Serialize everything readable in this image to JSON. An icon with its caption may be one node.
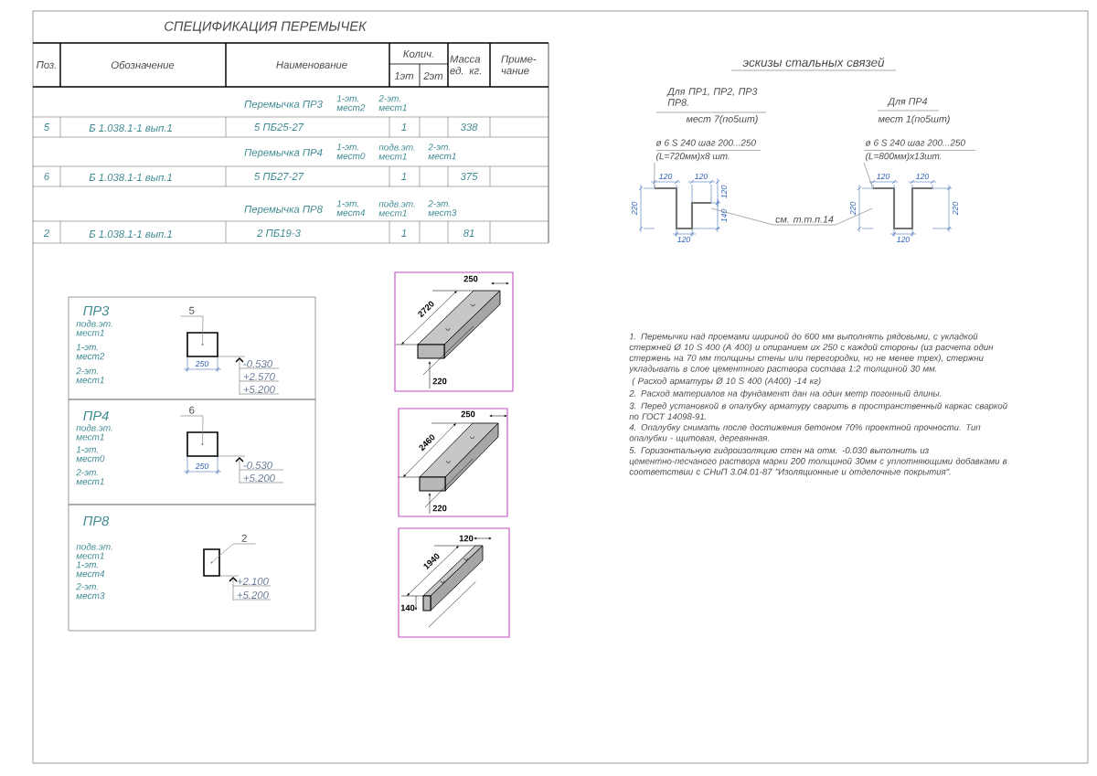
{
  "diagram": {
    "nodes": [
      {
        "text": [
          "ПР3",
          "подв.эт. мест1",
          "1-эт. мест2",
          "2-эт. мест1"
        ]
      },
      {
        "text": [],
        "shape": "box",
        "in": 0
      },
      {
        "text": [
          "5"
        ],
        "in": 0
      },
      {
        "text": [
          "ПР4",
          "подв.эт. мест1",
          "1-эт. мест0",
          "2-эт. мест1"
        ]
      },
      {
        "text": [],
        "shape": "box",
        "in": 3
      },
      {
        "text": [
          "6"
        ],
        "in": 3
      },
      {
        "text": [
          "ПР8",
          "подв.эт. мест1",
          "1-эт. мест4",
          "2-эт. мест3"
        ]
      },
      {
        "text": [],
        "shape": "box",
        "in": 6
      },
      {
        "text": [
          "2"
        ],
        "in": 6
      },
      {
        "text": [
          "250",
          "2720",
          "220"
        ]
      },
      {
        "text": [
          "250",
          "2460",
          "220"
        ]
      },
      {
        "text": [
          "120",
          "1940",
          "140"
        ]
      },
      {
        "text": [
          "ø 6 S 240 шаг 200...250",
          "(L=720мм)х8 шт."
        ]
      },
      {
        "text": [],
        "shape": "picture"
      },
      {
        "text": [
          "ø 6 S 240 шаг 200...250",
          "(L=800мм)х13шт."
        ]
      },
      {
        "text": [],
        "shape": "picture"
      },
      {
        "text": [
          "см. т.т.п.14"
        ]
      }
    ],
    "edges": [
      {
        "from": 2,
        "to": 1,
        "arrow": "none"
      },
      {
        "from": 5,
        "to": 4,
        "arrow": "none"
      },
      {
        "from": 8,
        "to": 7,
        "arrow": "none"
      },
      {
        "from": 12,
        "to": 13,
        "arrow": "none"
      },
      {
        "from": 14,
        "to": 15,
        "arrow": "none"
      },
      {
        "from": 16,
        "to": 13,
        "arrow": "none"
      },
      {
        "from": 16,
        "to": 15,
        "arrow": "none"
      }
    ],
    "labels": [
      "СПЕЦИФИКАЦИЯ ПЕРЕМЫЧЕК",
      "Поз.",
      "Обозначение",
      "Наименование",
      "Колич.",
      "Масса ед. кг.",
      "Приме- чание",
      "1эт",
      "2эт",
      "Перемычка ПР3",
      "1-эт. мест2",
      "2-эт. мест1",
      "5",
      "Б 1.038.1-1 вып.1",
      "5 ПБ25-27",
      "1",
      "338",
      "Перемычка ПР4",
      "1-эт. мест0",
      "подв.эт. мест1",
      "2-эт. мест1",
      "6",
      "Б 1.038.1-1 вып.1",
      "5 ПБ27-27",
      "1",
      "375",
      "Перемычка ПР8",
      "1-эт. мест4",
      "подв.эт. мест1",
      "2-эт. мест3",
      "2",
      "Б 1.038.1-1 вып.1",
      "2 ПБ19-3",
      "1",
      "81",
      "эскизы стальных связей",
      "Для ПР1, ПР2, ПР3 ПР8.",
      "Для ПР4",
      "мест 7(по5шт)",
      "мест 1(по5шт)",
      "120",
      "120",
      "120",
      "220",
      "140",
      "120",
      "120",
      "120",
      "220",
      "220",
      "120",
      "250",
      "-0.530",
      "+2.570",
      "+5.200",
      "250",
      "-0.530",
      "+5.200",
      "+2.100",
      "+5.200",
      "1. Перемычки над проемами шириной до 600 мм выполнять рядовыми, с укладкой стержней Ø 10 S 400 (А 400) и опиранием их 250 с каждой стороны (из расчета один стержень на 70 мм толщины стены или перегородки, но не менее трех), стержни укладывать в слое цементного раствора состава 1:2 толщиной 30 мм.",
      "( Расход арматуры Ø 10 S 400 (А400) -14 кг)",
      "2. Расход материалов на фундамент дан на один метр погонный длины.",
      "3. Перед установкой в опалубку арматуру сварить в пространственный каркас сваркой по ГОСТ 14098-91.",
      "4. Опалубку снимать после достижения бетоном 70% проектной прочности. Тип опалубки - щитовая, деревянная.",
      "5. Горизонтальную гидроизоляцию стен на отм. -0.030 выполнить из цементно-песчаного раствора марки 200 толщиной 30мм с уплотняющими добавками в соответствии с СНиП 3.04.01-87 \"Изоляционные и отделочные покрытия\"."
    ]
  }
}
